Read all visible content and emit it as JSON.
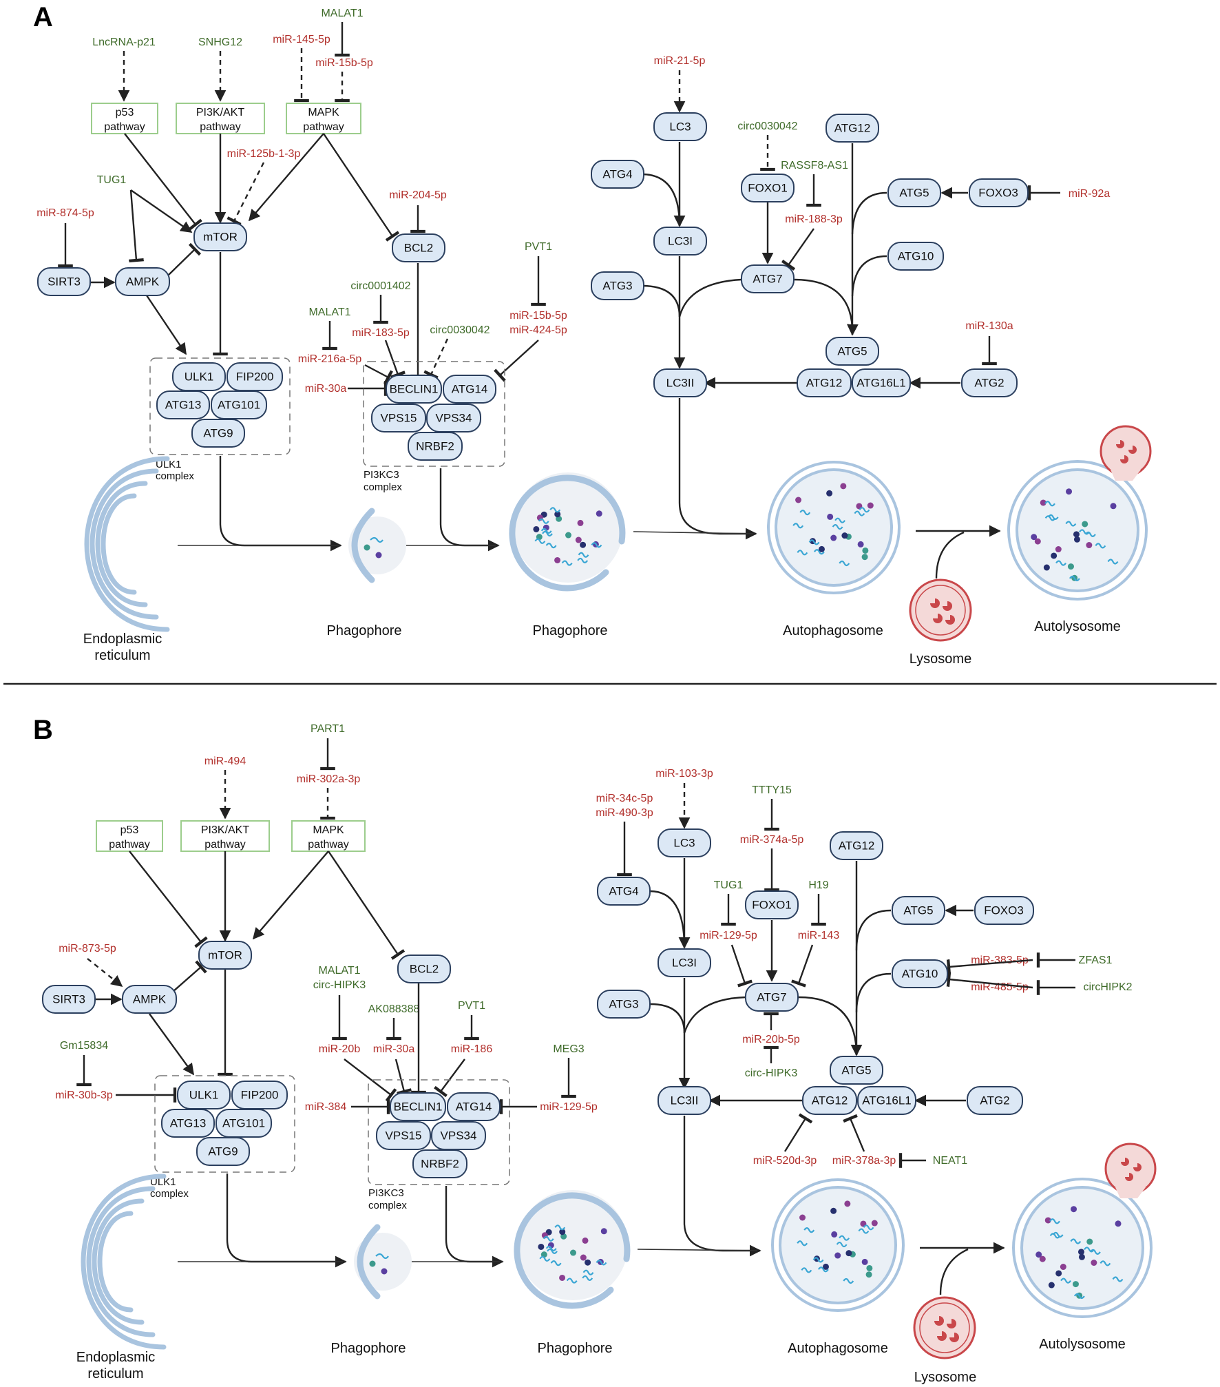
{
  "panels": [
    "A",
    "B"
  ],
  "colors": {
    "node_fill": "#dce8f5",
    "node_stroke": "#2b3f5e",
    "mirna": "#b2302c",
    "lncrna": "#3f6b2a",
    "pathway_border": "#9ccd8c",
    "lysosome": "#c9474a"
  },
  "stages": {
    "er": "Endoplasmic reticulum",
    "er_line1": "Endoplasmic",
    "er_line2": "reticulum",
    "phagophore": "Phagophore",
    "autophagosome": "Autophagosome",
    "lysosome": "Lysosome",
    "autolysosome": "Autolysosome"
  },
  "complexes": {
    "ulk1_line1": "ULK1",
    "ulk1_line2": "complex",
    "pi3kc3_line1": "PI3KC3",
    "pi3kc3_line2": "complex"
  },
  "pathways": {
    "p53_l1": "p53",
    "p53_l2": "pathway",
    "pi3k_l1": "PI3K/AKT",
    "pi3k_l2": "pathway",
    "mapk_l1": "MAPK",
    "mapk_l2": "pathway"
  },
  "proteins": {
    "mtor": "mTOR",
    "ampk": "AMPK",
    "sirt3": "SIRT3",
    "bcl2": "BCL2",
    "ulk1": "ULK1",
    "fip200": "FIP200",
    "atg13": "ATG13",
    "atg101": "ATG101",
    "atg9": "ATG9",
    "beclin1": "BECLIN1",
    "atg14": "ATG14",
    "vps15": "VPS15",
    "vps34": "VPS34",
    "nrbf2": "NRBF2",
    "lc3": "LC3",
    "lc3i": "LC3I",
    "lc3ii": "LC3II",
    "atg4": "ATG4",
    "atg3": "ATG3",
    "atg7": "ATG7",
    "foxo1": "FOXO1",
    "foxo3": "FOXO3",
    "atg12": "ATG12",
    "atg5": "ATG5",
    "atg10": "ATG10",
    "atg16l1": "ATG16L1",
    "atg2": "ATG2"
  },
  "panel_a": {
    "lncrna_p21": "LncRNA-p21",
    "snhg12": "SNHG12",
    "malat1_top": "MALAT1",
    "mir_145_5p": "miR-145-5p",
    "mir_15b_5p_top": "miR-15b-5p",
    "mir_125b": "miR-125b-1-3p",
    "tug1": "TUG1",
    "mir_874": "miR-874-5p",
    "mir_204": "miR-204-5p",
    "circ0001402": "circ0001402",
    "mir_183": "miR-183-5p",
    "malat1_mid": "MALAT1",
    "mir_216a": "miR-216a-5p",
    "circ0030042_mid": "circ0030042",
    "mir_30a": "miR-30a",
    "pvt1": "PVT1",
    "mir_15b_5p_r": "miR-15b-5p",
    "mir_424": "miR-424-5p",
    "mir_21": "miR-21-5p",
    "circ0030042_r": "circ0030042",
    "rassf8": "RASSF8-AS1",
    "mir_188": "miR-188-3p",
    "mir_92a": "miR-92a",
    "mir_130a": "miR-130a"
  },
  "panel_b": {
    "part1": "PART1",
    "mir_302a": "miR-302a-3p",
    "mir_494": "miR-494",
    "mir_873": "miR-873-5p",
    "gm15834": "Gm15834",
    "mir_30b": "miR-30b-3p",
    "malat1": "MALAT1",
    "circ_hipk3_l": "circ-HIPK3",
    "mir_20b": "miR-20b",
    "ak088388": "AK088388",
    "mir_30a": "miR-30a",
    "pvt1": "PVT1",
    "mir_186": "miR-186",
    "mir_384": "miR-384",
    "meg3": "MEG3",
    "mir_129_5p_r": "miR-129-5p",
    "mir_103": "miR-103-3p",
    "mir_34c": "miR-34c-5p",
    "mir_490": "miR-490-3p",
    "ttty15": "TTTY15",
    "mir_374a": "miR-374a-5p",
    "tug1": "TUG1",
    "mir_129_5p": "miR-129-5p",
    "h19": "H19",
    "mir_143": "miR-143",
    "mir_20b_5p": "miR-20b-5p",
    "circ_hipk3": "circ-HIPK3",
    "mir_383": "miR-383-5p",
    "zfas1": "ZFAS1",
    "mir_485": "miR-485-5p",
    "circhipk2": "circHIPK2",
    "mir_520d": "miR-520d-3p",
    "mir_378a": "miR-378a-3p",
    "neat1": "NEAT1"
  }
}
